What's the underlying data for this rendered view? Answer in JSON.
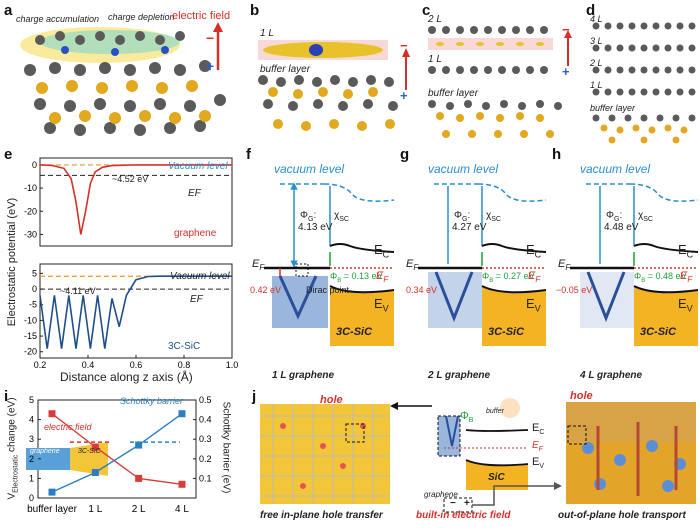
{
  "panels": {
    "a": {
      "label": "a",
      "charge_accumulation": "charge accumulation",
      "charge_depletion": "charge depletion",
      "electric_field": "electric field",
      "minus": "−",
      "plus": "+"
    },
    "b": {
      "label": "b",
      "layer1": "1 L",
      "buffer": "buffer layer",
      "minus": "−",
      "plus": "+"
    },
    "c": {
      "label": "c",
      "layer2": "2 L",
      "layer1": "1 L",
      "buffer": "buffer layer",
      "minus": "−",
      "plus": "+"
    },
    "d": {
      "label": "d",
      "layers": [
        "4 L",
        "3 L",
        "2 L",
        "1 L",
        "buffer layer"
      ]
    },
    "e": {
      "label": "e",
      "ylabel": "Electrostatic potential (eV)",
      "xlabel": "Distance along z axis (Å)",
      "top": {
        "vacuum": "Vacuum level",
        "gap": "~4.52 eV",
        "ef": "EF",
        "material": "graphene"
      },
      "bottom": {
        "vacuum": "Vacuum level",
        "gap": "~4.11 eV",
        "ef": "EF",
        "material": "3C-SiC"
      }
    },
    "f": {
      "label": "f",
      "vacuum": "vacuum level",
      "phi": "Φ",
      "phi_sub": "G",
      "phi_val": "4.13 eV",
      "chi": "χ",
      "chi_sub": "SC",
      "ec": "E",
      "ec_sub": "C",
      "ev": "E",
      "ev_sub": "V",
      "ef": "E",
      "ef_sub": "F",
      "shift": "0.42 eV",
      "phib": "Φ",
      "phib_sub": "B",
      "phib_val": " = 0.13 eV",
      "dirac": "Dirac point",
      "sic": "3C-SiC",
      "caption": "1 L graphene"
    },
    "g": {
      "label": "g",
      "vacuum": "vacuum level",
      "phi": "Φ",
      "phi_sub": "G",
      "phi_val": "4.27 eV",
      "chi": "χ",
      "chi_sub": "SC",
      "ec": "E",
      "ec_sub": "C",
      "ev": "E",
      "ev_sub": "V",
      "ef": "E",
      "ef_sub": "F",
      "shift": "0.34 eV",
      "phib": "Φ",
      "phib_sub": "B",
      "phib_val": " = 0.27 eV",
      "sic": "3C-SiC",
      "caption": "2 L graphene"
    },
    "h": {
      "label": "h",
      "vacuum": "vacuum level",
      "phi": "Φ",
      "phi_sub": "G",
      "phi_val": "4.48 eV",
      "chi": "χ",
      "chi_sub": "SC",
      "ec": "E",
      "ec_sub": "C",
      "ev": "E",
      "ev_sub": "V",
      "ef": "E",
      "ef_sub": "F",
      "shift": "−0.05 eV",
      "phib": "Φ",
      "phib_sub": "B",
      "phib_val": " = 0.48 eV",
      "sic": "3C-SiC",
      "caption": "4 L graphene"
    },
    "i": {
      "label": "i",
      "ylabel_left": "V",
      "ylabel_left_sub": "Electrostatic",
      "ylabel_left_tail": " change (eV)",
      "ylabel_right": "Schottky barrier (eV)",
      "ef_legend": "electric field",
      "sb_legend": "Schottky barrier",
      "graphene": "graphene",
      "sic": "3C-SiC"
    },
    "j": {
      "label": "j",
      "hole1": "hole",
      "hole2": "hole",
      "buffer": "buffer",
      "phib": "Φ",
      "phib_sub": "B",
      "ec": "E",
      "ec_sub": "C",
      "ef": "E",
      "ef_sub": "F",
      "ev": "E",
      "ev_sub": "V",
      "sic": "SiC",
      "graphene": "graphene",
      "cap1": "free in-plane hole transfer",
      "cap2": "built-in electric field",
      "cap3": "out-of-plane hole transport",
      "minus": "−",
      "plus": "+"
    }
  },
  "chart_data": [
    {
      "type": "line",
      "panel": "e-top",
      "xlabel": "Distance along z axis (Å)",
      "ylabel": "Electrostatic potential (eV)",
      "xlim": [
        0.2,
        1.0
      ],
      "ylim": [
        -35,
        3
      ],
      "yticks": [
        0,
        -10,
        -20,
        -30
      ],
      "xticks": [
        0.2,
        0.4,
        0.6,
        0.8,
        1.0
      ],
      "series": [
        {
          "name": "graphene",
          "x": [
            0.2,
            0.25,
            0.3,
            0.33,
            0.35,
            0.37,
            0.39,
            0.41,
            0.43,
            0.46,
            0.5,
            0.55,
            0.6,
            0.7,
            0.8,
            0.9,
            1.0
          ],
          "y": [
            0,
            -0.2,
            -1.5,
            -6,
            -16,
            -30,
            -20,
            -8,
            -3,
            -1,
            -0.3,
            -0.1,
            0,
            0,
            0,
            0,
            0
          ]
        }
      ],
      "vacuum_level": 0.0,
      "fermi_level": -4.52,
      "annotation": "~4.52 eV"
    },
    {
      "type": "line",
      "panel": "e-bottom",
      "xlabel": "Distance along z axis (Å)",
      "ylabel": "Electrostatic potential (eV)",
      "xlim": [
        0.2,
        1.0
      ],
      "ylim": [
        -22,
        8
      ],
      "yticks": [
        5,
        0,
        -5,
        -10,
        -15,
        -20
      ],
      "xticks": [
        0.2,
        0.4,
        0.6,
        0.8,
        1.0
      ],
      "series": [
        {
          "name": "3C-SiC",
          "x": [
            0.2,
            0.23,
            0.26,
            0.29,
            0.32,
            0.35,
            0.38,
            0.41,
            0.44,
            0.47,
            0.5,
            0.53,
            0.56,
            0.6,
            0.65,
            0.7,
            0.8,
            0.9,
            1.0
          ],
          "y": [
            -2,
            -19,
            -2,
            -19,
            -2,
            -19,
            -2,
            -19,
            -2,
            -19,
            -3,
            -12,
            -2,
            3,
            4,
            4.1,
            4.1,
            4.1,
            4.1
          ]
        }
      ],
      "vacuum_level": 4.1,
      "fermi_level": 0.0,
      "annotation": "~4.11 eV"
    },
    {
      "type": "line",
      "panel": "i",
      "categories": [
        "buffer layer",
        "1 L",
        "2 L",
        "4 L"
      ],
      "ylim_left": [
        0,
        5
      ],
      "ylim_right": [
        0,
        0.5
      ],
      "yticks_left": [
        0,
        1,
        2,
        3,
        4,
        5
      ],
      "yticks_right": [
        0.1,
        0.2,
        0.3,
        0.4,
        0.5
      ],
      "series": [
        {
          "name": "electric field",
          "axis": "left",
          "color": "#d93b3b",
          "values": [
            4.3,
            2.6,
            1.0,
            0.7
          ]
        },
        {
          "name": "Schottky barrier",
          "axis": "right",
          "color": "#2a7fc1",
          "values": [
            0.03,
            0.13,
            0.27,
            0.43
          ]
        }
      ]
    }
  ],
  "colors": {
    "red": "#d6302a",
    "blue": "#2a8fd0",
    "cyan": "#2aa6d9",
    "gold": "#e8b21c",
    "gray": "#555555"
  }
}
